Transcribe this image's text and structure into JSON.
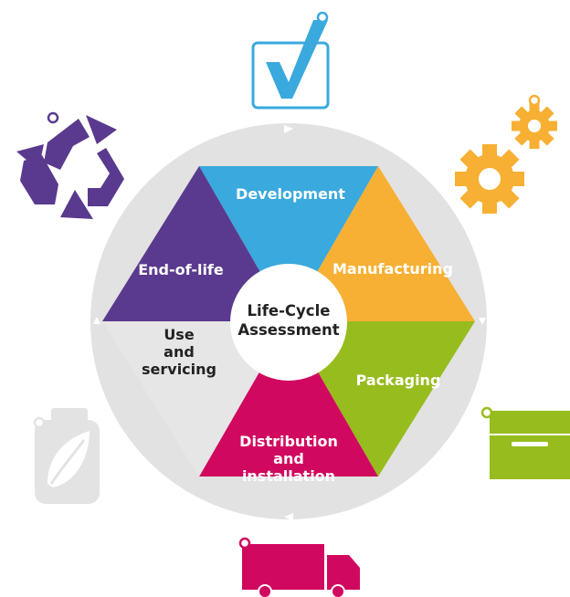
{
  "center": {
    "line1": "Life-Cycle",
    "line2": "Assessment"
  },
  "stages": [
    {
      "id": "development",
      "lines": [
        "Development"
      ],
      "color": "#3aa9dd",
      "icon": "checkbox-icon"
    },
    {
      "id": "manufacturing",
      "lines": [
        "Manufacturing"
      ],
      "color": "#f7b033",
      "icon": "gears-icon"
    },
    {
      "id": "packaging",
      "lines": [
        "Packaging"
      ],
      "color": "#97bc1e",
      "icon": "box-icon"
    },
    {
      "id": "distribution",
      "lines": [
        "Distribution",
        "and",
        "installation"
      ],
      "color": "#d1085f",
      "icon": "truck-icon"
    },
    {
      "id": "use",
      "lines": [
        "Use",
        "and",
        "servicing"
      ],
      "color": "#e6e6e6",
      "icon": "leaf-bottle-icon"
    },
    {
      "id": "end-of-life",
      "lines": [
        "End-of-life"
      ],
      "color": "#5a3a8e",
      "icon": "recycle-icon"
    }
  ],
  "colors": {
    "ring": "#e2e2e2",
    "arrow": "#ffffff",
    "center_fill": "#ffffff",
    "text_on_color": "#ffffff",
    "text_on_light": "#222222"
  }
}
